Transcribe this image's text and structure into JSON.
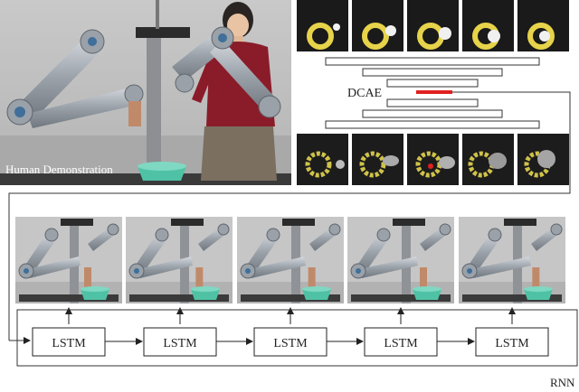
{
  "photo_caption": "Human Demonstration",
  "encoder_label": "DCAE",
  "lstm_cells": [
    "LSTM",
    "LSTM",
    "LSTM",
    "LSTM",
    "LSTM"
  ],
  "rnn_label": "RNN",
  "colors": {
    "code_layer": "#e02020",
    "bowl": "#4fc2a6",
    "robot_arm": "#aab0b8",
    "shirt": "#8a1c2a",
    "patch_bg": "#1a1a1a",
    "ring": "#e6d34a"
  }
}
